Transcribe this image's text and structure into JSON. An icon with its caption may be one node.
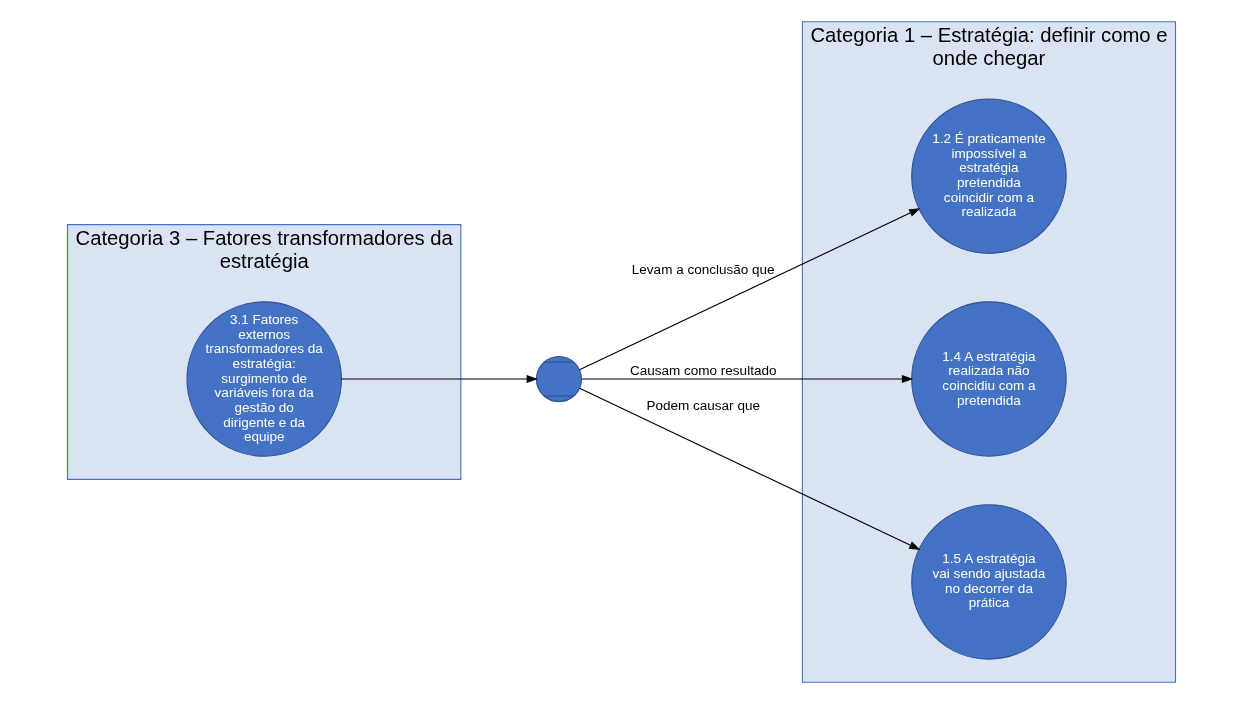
{
  "diagram": {
    "nodes": [
      {
        "text": [
          "Categoria 3 – Fatores transformadores da estratégia"
        ]
      },
      {
        "text": [
          "3.1 Fatores externos transformadores da estratégia: surgimento de variáveis fora da gestão do dirigente e da equipe"
        ],
        "in": 0
      },
      {
        "text": [],
        "shape": "circle"
      },
      {
        "text": [
          "Categoria 1 – Estratégia: definir como e onde chegar"
        ]
      },
      {
        "text": [
          "1.2 É praticamente impossível a estratégia pretendida coincidir com a realizada"
        ],
        "in": 3
      },
      {
        "text": [
          "1.4 A estratégia realizada não coincidiu com a pretendida"
        ],
        "in": 3
      },
      {
        "text": [
          "1.5 A estratégia vai sendo ajustada no decorrer da prática"
        ],
        "in": 3
      }
    ],
    "edges": [
      {
        "from": 1,
        "to": 2,
        "arrow": "to"
      },
      {
        "from": 2,
        "to": 4,
        "arrow": "to",
        "label": "Levam a conclusão que"
      },
      {
        "from": 2,
        "to": 5,
        "arrow": "to",
        "label": "Causam como resultado"
      },
      {
        "from": 2,
        "to": 6,
        "arrow": "to",
        "label": "Podem causar que"
      }
    ]
  }
}
